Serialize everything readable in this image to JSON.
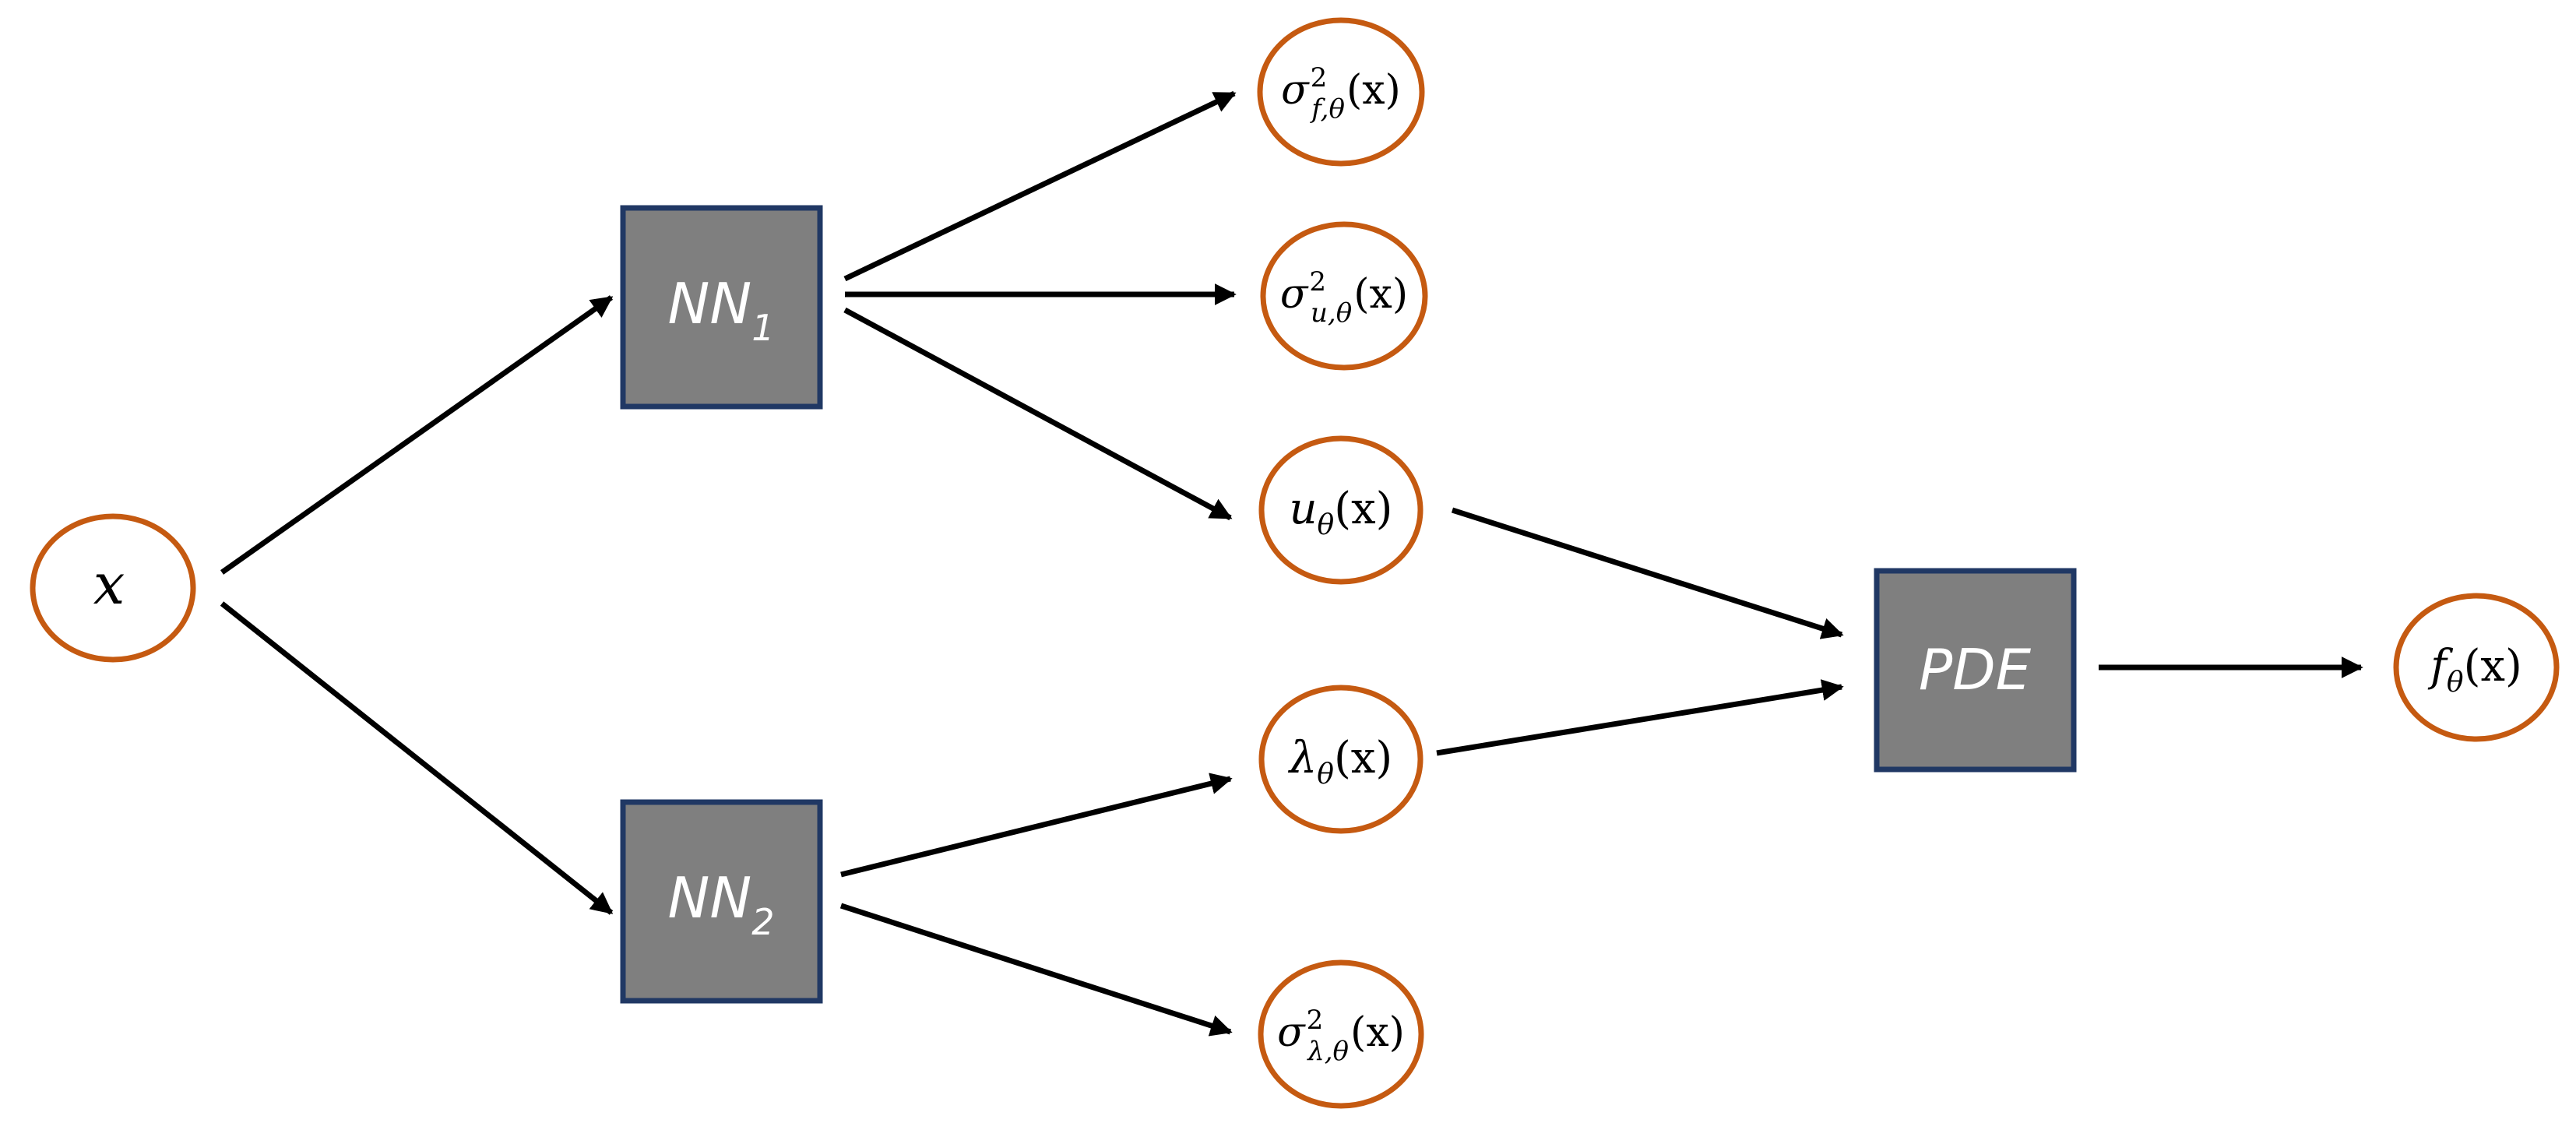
{
  "colors": {
    "oval_stroke": "#C55A11",
    "box_fill": "#7F7F7F",
    "box_stroke": "#203864",
    "arrow": "#000000",
    "box_text": "#FFFFFF"
  },
  "nodes": {
    "input": {
      "var": "x"
    },
    "nn1": {
      "main": "NN",
      "sub": "1"
    },
    "nn2": {
      "main": "NN",
      "sub": "2"
    },
    "pde": {
      "label": "PDE"
    },
    "sigma_f": {
      "base": "σ",
      "sup": "2",
      "sub": "f,θ",
      "arg": "(x)"
    },
    "sigma_u": {
      "base": "σ",
      "sup": "2",
      "sub": "u,θ",
      "arg": "(x)"
    },
    "u": {
      "base": "u",
      "sub": "θ",
      "arg": "(x)"
    },
    "lambda": {
      "base": "λ",
      "sub": "θ",
      "arg": "(x)"
    },
    "sigma_lambda": {
      "base": "σ",
      "sup": "2",
      "sub": "λ,θ",
      "arg": "(x)"
    },
    "f": {
      "base": "f",
      "sub": "θ",
      "arg": "(x)"
    }
  }
}
